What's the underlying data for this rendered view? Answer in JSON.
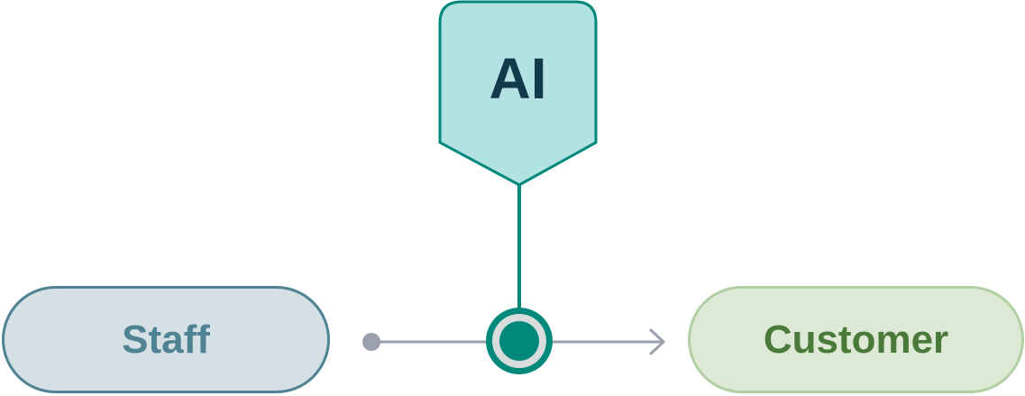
{
  "nodes": {
    "ai": "AI",
    "staff": "Staff",
    "customer": "Customer"
  },
  "colors": {
    "teal": "#00897b",
    "ai_fill": "#b2e2e2",
    "connector": "#9aa1ad"
  }
}
